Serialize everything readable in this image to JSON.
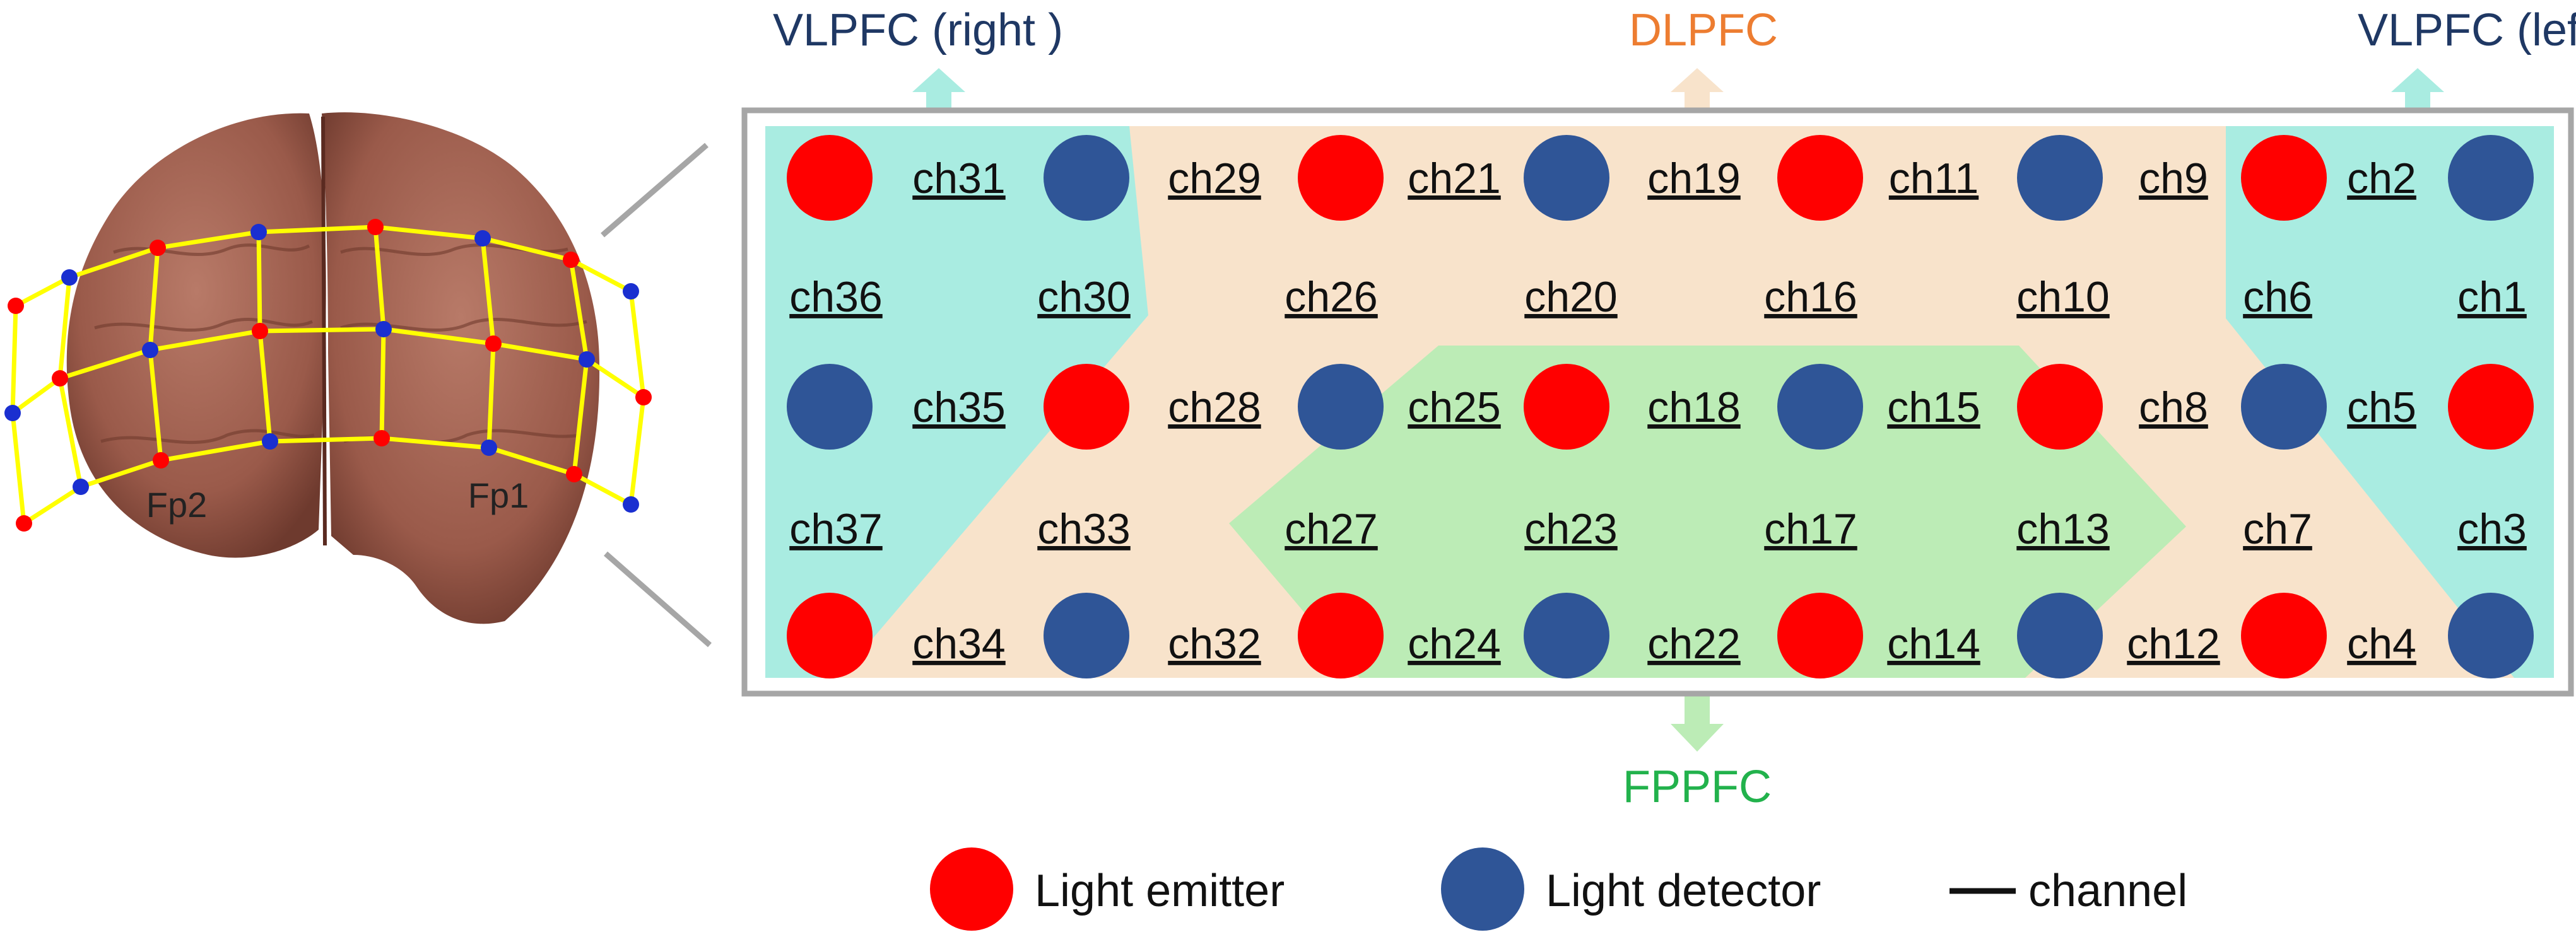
{
  "colors": {
    "emitter": "#ff0000",
    "detector": "#2f5597",
    "vlpfc_region": "#a9ece1",
    "dlpfc_region": "#f8e3cb",
    "fppfc_region": "#bcecb6",
    "vlpfc_label": "#1f3864",
    "dlpfc_label": "#ed7d31",
    "fppfc_label": "#22b24c",
    "frame": "#a6a6a6",
    "brain": "#9a5a4a",
    "montage_line": "#ffff00"
  },
  "regions": {
    "vlpfc_right": "VLPFC (right )",
    "dlpfc": "DLPFC",
    "vlpfc_left": "VLPFC (left )",
    "fppfc": "FPPFC"
  },
  "brain": {
    "fp2": "Fp2",
    "fp1": "Fp1"
  },
  "optodes": {
    "row1": [
      "emitter",
      "detector",
      "emitter",
      "detector",
      "emitter",
      "detector",
      "emitter",
      "detector"
    ],
    "row3": [
      "detector",
      "emitter",
      "detector",
      "emitter",
      "detector",
      "emitter",
      "detector",
      "emitter"
    ],
    "row5": [
      "emitter",
      "detector",
      "emitter",
      "detector",
      "emitter",
      "detector",
      "emitter",
      "detector"
    ]
  },
  "channels": {
    "row1": [
      "ch31",
      "ch29",
      "ch21",
      "ch19",
      "ch11",
      "ch9",
      "ch2"
    ],
    "row2": [
      "ch36",
      "ch30",
      "ch26",
      "ch20",
      "ch16",
      "ch10",
      "ch6",
      "ch1"
    ],
    "row3": [
      "ch35",
      "ch28",
      "ch25",
      "ch18",
      "ch15",
      "ch8",
      "ch5"
    ],
    "row4": [
      "ch37",
      "ch33",
      "ch27",
      "ch23",
      "ch17",
      "ch13",
      "ch7",
      "ch3"
    ],
    "row5": [
      "ch34",
      "ch32",
      "ch24",
      "ch22",
      "ch14",
      "ch12",
      "ch4"
    ]
  },
  "legend": {
    "emitter": "Light emitter",
    "detector": "Light detector",
    "channel": "channel"
  }
}
